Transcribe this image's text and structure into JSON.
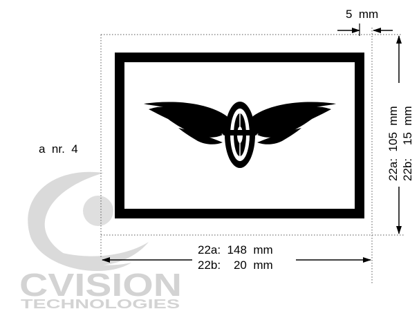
{
  "labels": {
    "side_text": "a  nr.  4",
    "gap_dimension": "5  mm",
    "width_22a": "22a:  148  mm",
    "width_22b": "22b:    20  mm",
    "height_22a": "22a:  105  mm",
    "height_22b": "22b:    15  mm"
  },
  "watermark": {
    "line1": "CVISION",
    "line2": "TECHNOLOGIES"
  },
  "colors": {
    "ink": "#000000",
    "dotted_line": "#555555",
    "watermark": "#d3d3d3",
    "background": "#ffffff"
  },
  "emblem": {
    "icon": "winged-wheel-icon"
  }
}
